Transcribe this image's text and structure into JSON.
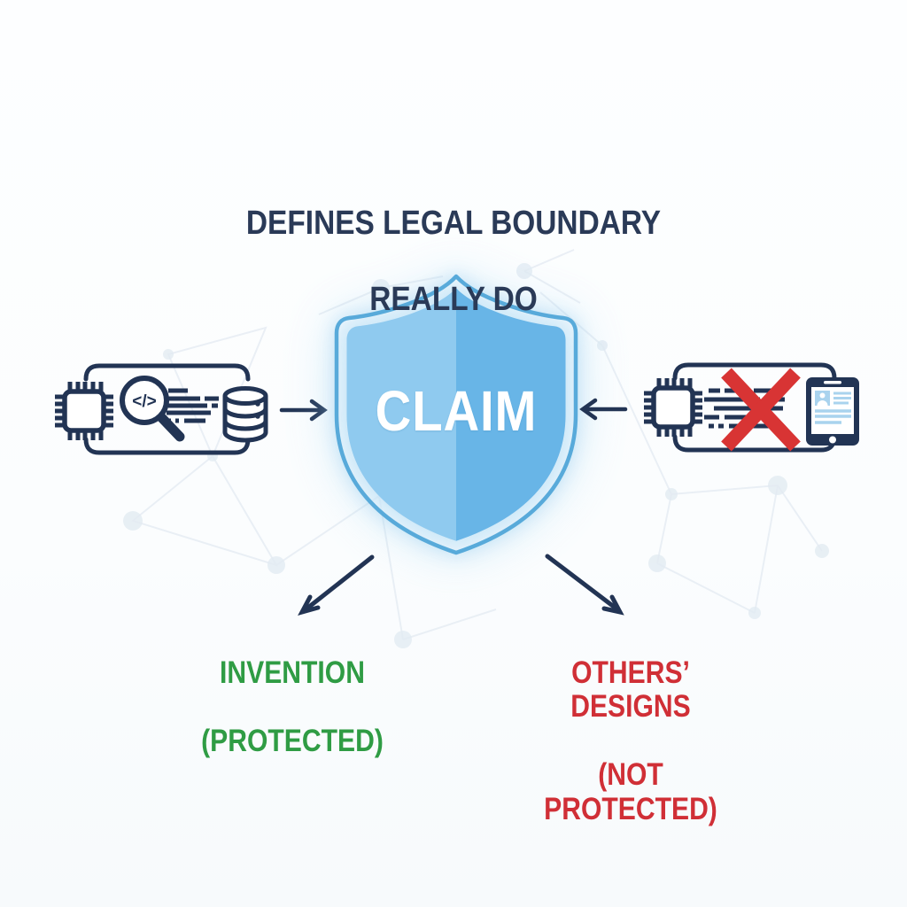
{
  "title": {
    "line1": "DEFINES LEGAL BOUNDARY",
    "line2": "REALLY DO"
  },
  "shield": {
    "label": "CLAIM",
    "description_icon": "shield-icon"
  },
  "left_group": {
    "name": "invention-source-group",
    "icons": [
      "chip-icon",
      "code-search-icon",
      "document-lines-icon",
      "database-icon"
    ],
    "code_glyph": "</>"
  },
  "right_group": {
    "name": "others-designs-group",
    "icons": [
      "chip-icon",
      "document-lines-icon",
      "red-cross-icon",
      "tablet-profile-icon"
    ]
  },
  "outcomes": {
    "protected": {
      "line1": "INVENTION",
      "line2": "(PROTECTED)"
    },
    "not_protected": {
      "line1": "OTHERS’ DESIGNS",
      "line2": "(NOT PROTECTED)"
    }
  },
  "colors": {
    "title_navy": "#2a3a57",
    "icon_navy": "#223454",
    "green": "#2f9c44",
    "red_text": "#d02f36",
    "red_cross": "#d83434",
    "shield_outline": "#58aada",
    "shield_fill_left": "#8fcaef",
    "shield_fill_right": "#68b5e7",
    "screen_light_blue": "#a9d3ee",
    "network_line": "#e7edf4"
  }
}
